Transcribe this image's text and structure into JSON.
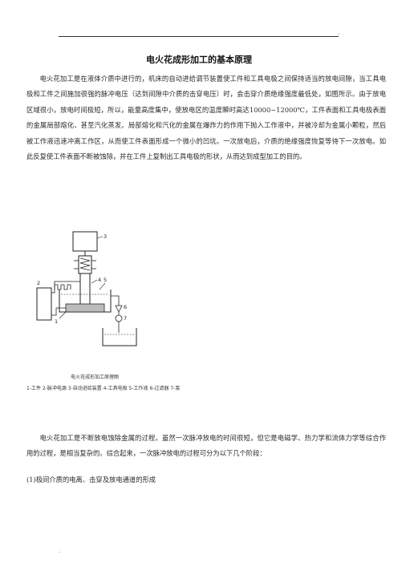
{
  "header": {
    "mark": "."
  },
  "document": {
    "title": "电火花成形加工的基本原理",
    "paragraph1": "电火花加工是在液体介质中进行的，机床的自动进给调节装置使工件和工具电极之间保持适当的放电间隙，当工具电极和工件之间施加很强的脉冲电压（达到间隙中介质的击穿电压）时，会击穿介质绝缘强度最低处，如图所示。由于放电区域很小，放电时间极短，所以，能量高度集中，使放电区的温度瞬时高达10000~12000℃，工件表面和工具电极表面的金属局部熔化、甚至汽化蒸发。局部熔化和汽化的金属在爆炸力的作用下抛入工作液中，并被冷却为金属小颗粒，然后被工作液迅速冲离工作区，从而使工件表面形成一个微小的凹坑。一次放电后，介质的绝缘强度恢复等待下一次放电。如此反复使工件表面不断被蚀除，并在工件上复制出工具电极的形状，从而达到成型加工的目的。",
    "figure": {
      "labels": [
        "1",
        "2",
        "3",
        "4",
        "5",
        "6",
        "7"
      ],
      "caption_title": "电火花成形加工原理图",
      "caption_legend": "1-工件  2-脉冲电源  3-自动进给装置  4-工具电极  5-工作液  6-过滤器  7-泵"
    },
    "paragraph2": "电火花加工是不断放电蚀除金属的过程。虽然一次脉冲放电的时间很短，但它是电磁学、热力学和流体力学等综合作用的过程，是相当复杂的。综合起来，一次脉冲放电的过程可分为以下几个阶段：",
    "paragraph3": "(1)极间介质的电离、击穿及放电通道的形成"
  },
  "footer": {
    "mark": "."
  }
}
